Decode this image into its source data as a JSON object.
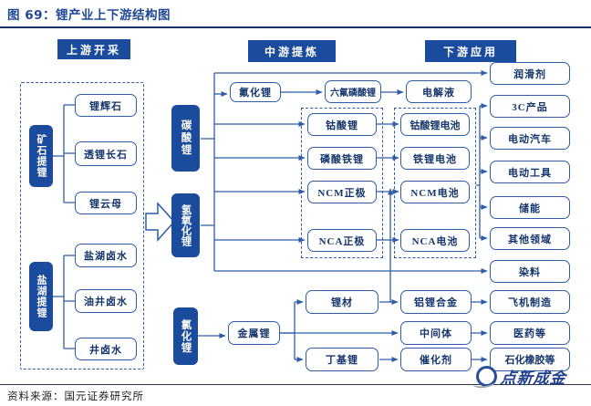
{
  "title": "图 69：锂产业上下游结构图",
  "source": "资料来源：国元证券研究所",
  "watermark": "点新成金",
  "stages": {
    "upstream": "上游开采",
    "midstream": "中游提炼",
    "downstream": "下游应用"
  },
  "upstream": {
    "ore_group": "矿石提锂",
    "ores": [
      "锂辉石",
      "透锂长石",
      "锂云母"
    ],
    "brine_group": "盐湖提锂",
    "brines": [
      "盐湖卤水",
      "油井卤水",
      "井卤水"
    ]
  },
  "midstream": {
    "carbonate": "碳酸锂",
    "hydroxide": "氢氧化锂",
    "chloride": "氯化锂",
    "fluoride": "氟化锂",
    "lipf6": "六氟磷酸锂",
    "electrolyte": "电解液",
    "cathodes": [
      "钴酸锂",
      "磷酸铁锂",
      "NCM正极",
      "NCA正极"
    ],
    "batteries": [
      "钴酸锂电池",
      "铁锂电池",
      "NCM电池",
      "NCA电池"
    ],
    "metal": "金属锂",
    "material": "锂材",
    "butyl": "丁基锂",
    "alloy": "铝锂合金",
    "intermediate": "中间体",
    "catalyst": "催化剂"
  },
  "downstream": {
    "apps": [
      "润滑剂",
      "3C产品",
      "电动汽车",
      "电动工具",
      "储能",
      "其他领域",
      "染料",
      "飞机制造",
      "医药等",
      "石化橡胶等"
    ]
  },
  "colors": {
    "primary": "#1b4b9c",
    "line": "#2e5ca8",
    "text": "#14356b"
  }
}
